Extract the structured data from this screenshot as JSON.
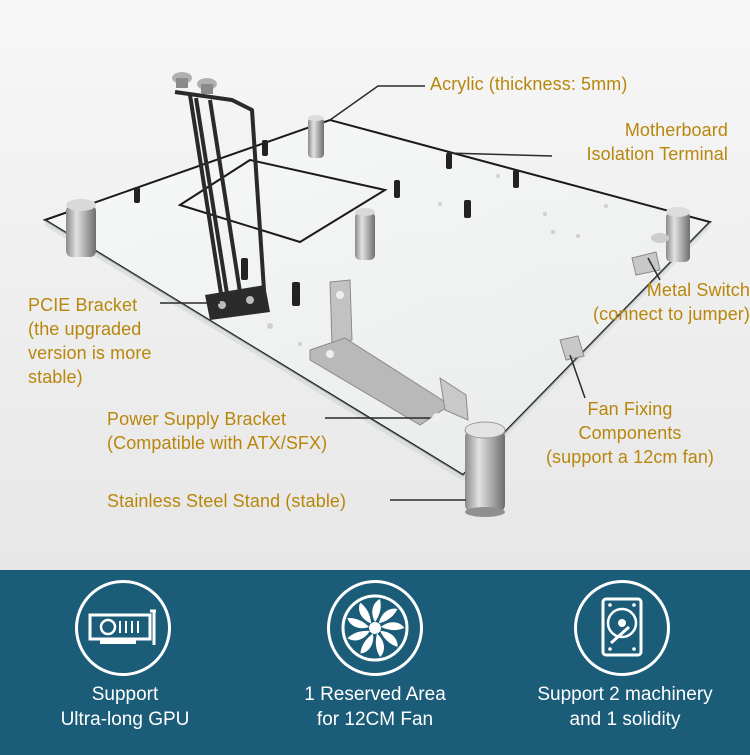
{
  "callouts": {
    "acrylic": "Acrylic (thickness: 5mm)",
    "isolation": "Motherboard\nIsolation Terminal",
    "metal_switch": "Metal Switch\n(connect to jumper)",
    "pcie": "PCIE Bracket\n(the upgraded\nversion is more\nstable)",
    "psu": "Power Supply Bracket\n(Compatible with ATX/SFX)",
    "fan_fixing": "Fan Fixing\nComponents\n(support a 12cm fan)",
    "stand": "Stainless Steel Stand (stable)"
  },
  "features": [
    {
      "icon": "gpu-card-icon",
      "label": "Support\nUltra-long GPU"
    },
    {
      "icon": "fan-icon",
      "label": "1 Reserved Area\nfor 12CM Fan"
    },
    {
      "icon": "hard-drive-icon",
      "label": "Support 2 machinery\nand 1 solidity"
    }
  ],
  "colors": {
    "callout_text": "#b8860b",
    "banner": "#1b5c78",
    "banner_text": "#ffffff"
  }
}
